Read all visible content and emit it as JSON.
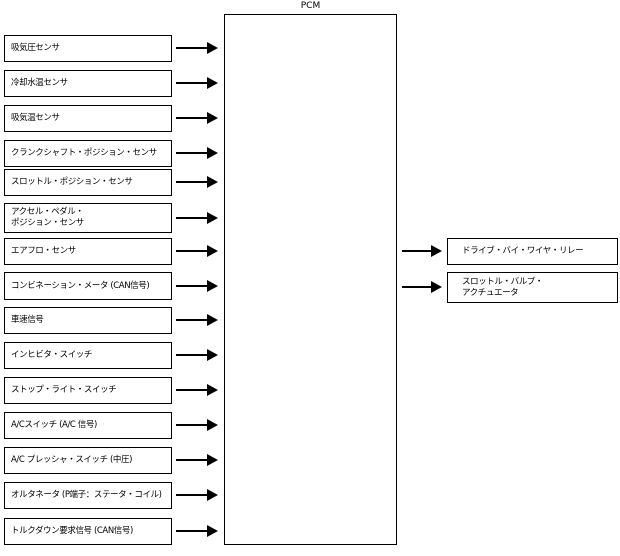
{
  "pcm": {
    "label": "PCM"
  },
  "inputs": [
    "吸気圧センサ",
    "冷却水温センサ",
    "吸気温センサ",
    "クランクシャフト・ポジション・センサ",
    "スロットル・ポジション・センサ",
    "アクセル・ペダル・\nポジション・センサ",
    "エアフロ・センサ",
    "コンビネーション・メータ (CAN信号)",
    "車速信号",
    "インヒビタ・スイッチ",
    "ストップ・ライト・スイッチ",
    "A/Cスイッチ (A/C 信号)",
    "A/C プレッシャ・スイッチ (中圧)",
    "オルタネータ (P端子：ステータ・コイル)",
    "トルクダウン要求信号 (CAN信号)"
  ],
  "outputs": [
    "ドライブ・バイ・ワイヤ・リレー",
    "スロットル・バルブ・\nアクチュエータ"
  ]
}
